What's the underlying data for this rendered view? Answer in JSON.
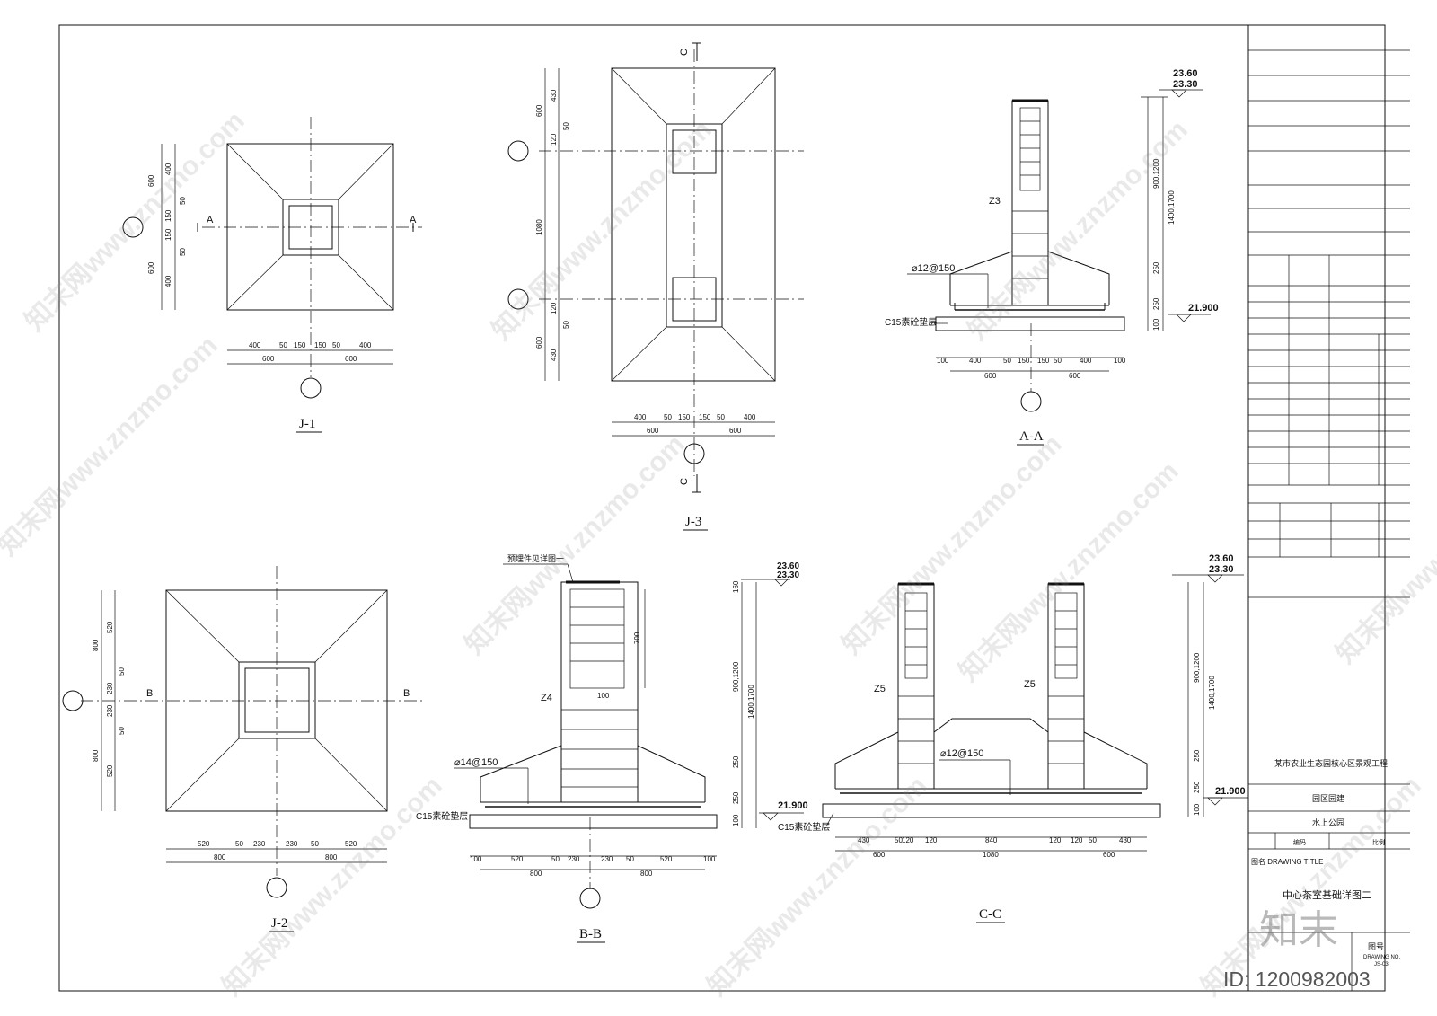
{
  "watermark": {
    "text": "知末网www.znzmo.com",
    "brand": "知末",
    "id_label": "ID: 1200982003"
  },
  "views": {
    "j1": {
      "title": "J-1",
      "section": "A"
    },
    "j2": {
      "title": "J-2",
      "section": "B"
    },
    "j3": {
      "title": "J-3",
      "section": "C"
    },
    "aa": {
      "title": "A-A",
      "col": "Z3",
      "rebar": "⌀12@150",
      "cushion": "C15素砼垫层"
    },
    "bb": {
      "title": "B-B",
      "col": "Z4",
      "rebar": "⌀14@150",
      "cushion": "C15素砼垫层",
      "note": "预埋件见详图一",
      "hook": "100",
      "lap": "700"
    },
    "cc": {
      "title": "C-C",
      "col_l": "Z5",
      "col_r": "Z5",
      "rebar": "⌀12@150",
      "cushion": "C15素砼垫层"
    }
  },
  "elev": {
    "top1": "23.60",
    "top2": "23.30",
    "base": "21.900"
  },
  "dims": {
    "d100": "100",
    "d120": "120",
    "d150": "150",
    "d160": "160",
    "d230": "230",
    "d250": "250",
    "d400": "400",
    "d430": "430",
    "d50": "50",
    "d520": "520",
    "d600": "600",
    "d800": "800",
    "d840": "840",
    "d1080": "1080",
    "d900_1200": "900,1200",
    "d1400_1700": "1400,1700",
    "d700": "700"
  },
  "titleblock": {
    "project": "某市农业生态园核心区景观工程",
    "subproject": "园区园建",
    "part": "水上公园",
    "cell_a": "编码",
    "cell_b": "比例",
    "drawing_title_label": "图名 DRAWING TITLE",
    "drawing_title": "中心茶室基础详图二",
    "drawing_no_label": "图号",
    "drawing_no_en": "DRAWING NO.",
    "drawing_no": "JS-03"
  }
}
